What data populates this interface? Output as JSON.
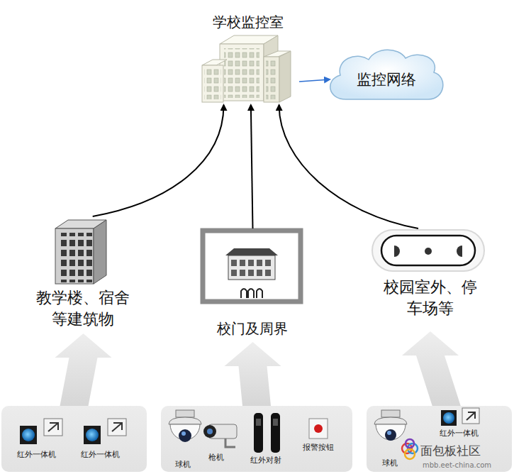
{
  "diagram": {
    "nodes": [
      {
        "text": [
          "学校监控室"
        ]
      },
      {
        "text": [
          "监控网络"
        ]
      },
      {
        "text": [
          "教学楼、宿舍等建筑物"
        ]
      },
      {
        "text": [
          "校门及周界"
        ]
      },
      {
        "text": [
          "校园室外、停车场等"
        ]
      },
      {
        "text": [
          "红外一体机",
          "红外一体机"
        ]
      },
      {
        "text": [
          "球机",
          "枪机",
          "红外对射",
          "报警按钮"
        ]
      },
      {
        "text": [
          "球机",
          "红外一体机"
        ]
      }
    ],
    "edges": [
      {
        "from": 0,
        "to": 1,
        "arrow": "to"
      },
      {
        "from": 2,
        "to": 0,
        "arrow": "to"
      },
      {
        "from": 3,
        "to": 0,
        "arrow": "to"
      },
      {
        "from": 4,
        "to": 0,
        "arrow": "to"
      },
      {
        "from": 5,
        "to": 2,
        "arrow": "to"
      },
      {
        "from": 6,
        "to": 3,
        "arrow": "to"
      },
      {
        "from": 7,
        "to": 4,
        "arrow": "to"
      }
    ],
    "labels": [
      "面包板社区",
      "mbb.eet-china.com"
    ]
  }
}
